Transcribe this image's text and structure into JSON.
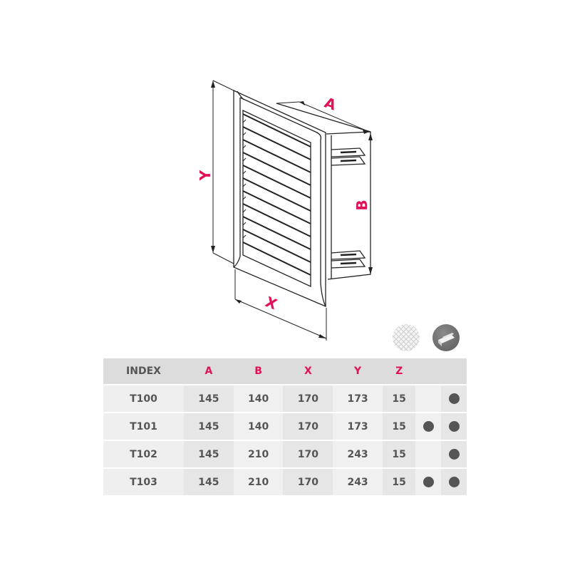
{
  "diagram": {
    "subject": "ventilation-grille-with-louvers",
    "dimension_labels": {
      "A": "A",
      "B": "B",
      "X": "X",
      "Y": "Y"
    },
    "label_color": "#e0105a",
    "line_color": "#222222"
  },
  "legend_icons": [
    {
      "name": "insect-mesh-icon"
    },
    {
      "name": "mounting-clip-icon"
    }
  ],
  "table": {
    "headers": [
      "INDEX",
      "A",
      "B",
      "X",
      "Y",
      "Z",
      "",
      ""
    ],
    "rows": [
      {
        "index": "T100",
        "A": "145",
        "B": "140",
        "X": "170",
        "Y": "173",
        "Z": "15",
        "mesh": false,
        "clips": true
      },
      {
        "index": "T101",
        "A": "145",
        "B": "140",
        "X": "170",
        "Y": "173",
        "Z": "15",
        "mesh": true,
        "clips": true
      },
      {
        "index": "T102",
        "A": "145",
        "B": "210",
        "X": "170",
        "Y": "243",
        "Z": "15",
        "mesh": false,
        "clips": true
      },
      {
        "index": "T103",
        "A": "145",
        "B": "210",
        "X": "170",
        "Y": "243",
        "Z": "15",
        "mesh": true,
        "clips": true
      }
    ],
    "header_bg": "#dcdcdc",
    "header_accent": "#e0105a",
    "text_color": "#555555",
    "dot_color": "#555555"
  }
}
